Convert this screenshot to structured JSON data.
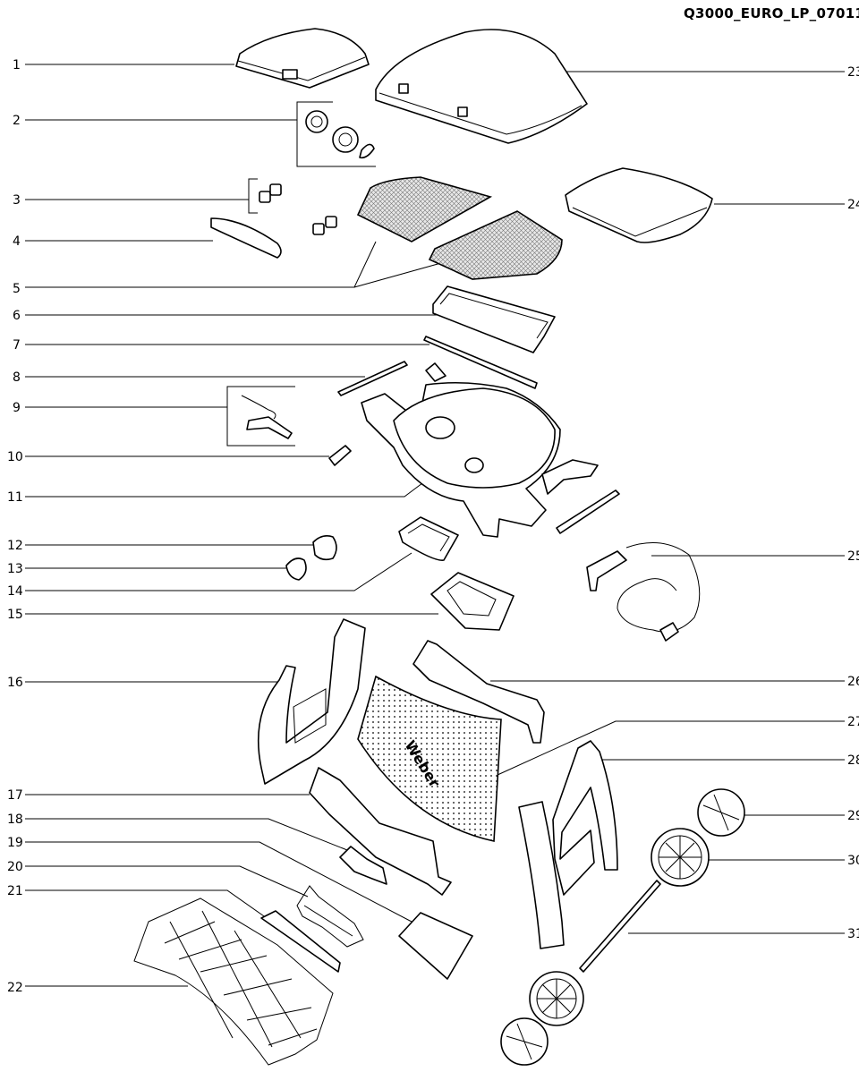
{
  "document_code": "Q3000_EURO_LP_07011",
  "callouts": {
    "left": [
      "1",
      "2",
      "3",
      "4",
      "5",
      "6",
      "7",
      "8",
      "9",
      "10",
      "11",
      "12",
      "13",
      "14",
      "15",
      "16",
      "17",
      "18",
      "19",
      "20",
      "21",
      "22"
    ],
    "right": [
      "23",
      "24",
      "25",
      "26",
      "27",
      "28",
      "29",
      "30",
      "31"
    ]
  },
  "brand_mark": "Weber"
}
